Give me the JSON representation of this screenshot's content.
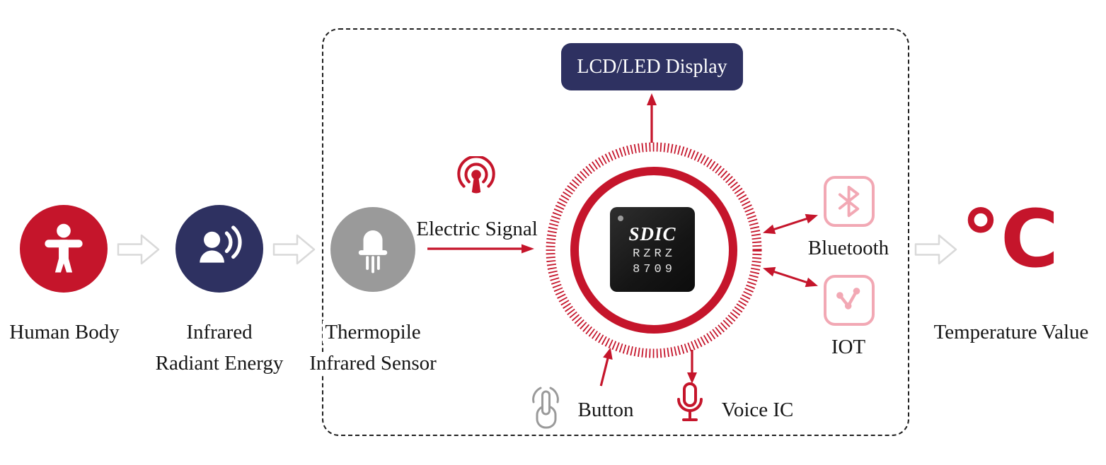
{
  "theme": {
    "red": "#c5152b",
    "navy": "#2e3161",
    "gray": "#9a9a9a",
    "pink": "#f2a8b4",
    "outline_arrow": "#d9d9d9",
    "ink": "#161616"
  },
  "flow": {
    "human_body": "Human Body",
    "infrared_line1": "Infrared",
    "infrared_line2": "Radiant Energy",
    "thermopile_line1": "Thermopile",
    "thermopile_line2": "Infrared Sensor",
    "electric_signal": "Electric Signal",
    "temperature_symbol": "°C",
    "temperature_label": "Temperature Value"
  },
  "module": {
    "display": "LCD/LED Display",
    "chip_brand": "SDIC",
    "chip_line2": "RZRZ",
    "chip_line3": "8709",
    "bluetooth": "Bluetooth",
    "iot": "IOT",
    "button": "Button",
    "voice": "Voice IC"
  },
  "icons": {
    "human": "human-figure-icon",
    "infrared": "radiating-person-icon",
    "thermopile": "transistor-sensor-icon",
    "signal": "broadcast-icon",
    "bluetooth": "bluetooth-icon",
    "iot": "share-nodes-icon",
    "button": "touch-finger-icon",
    "voice": "microphone-icon",
    "temperature": "celsius-symbol"
  }
}
